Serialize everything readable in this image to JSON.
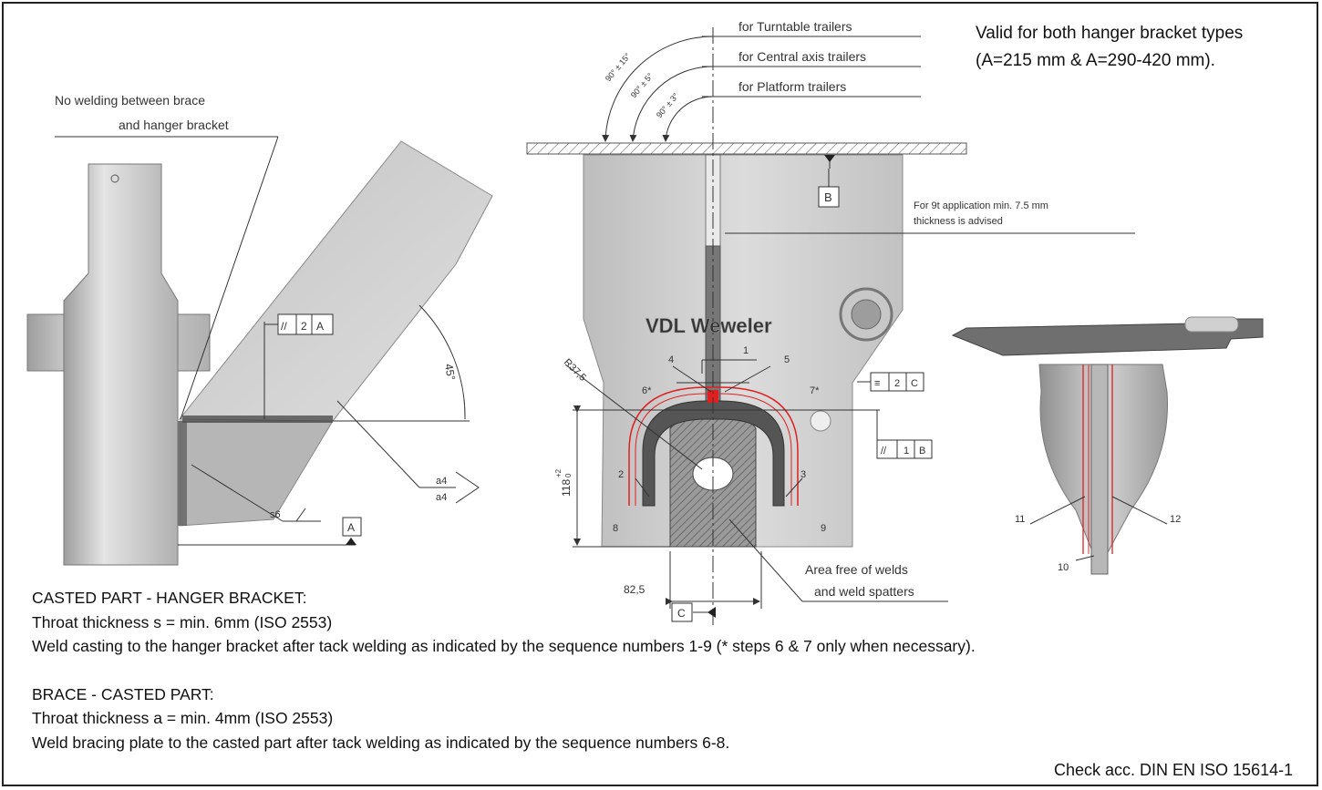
{
  "validity": {
    "line1": "Valid for both hanger bracket  types",
    "line2": "(A=215 mm & A=290-420 mm)."
  },
  "callouts": {
    "no_weld_1": "No welding between brace",
    "no_weld_2": "and hanger bracket",
    "turntable": "for Turntable trailers",
    "central": "for Central axis trailers",
    "platform": "for Platform trailers",
    "angle_turntable": "90° ± 15°",
    "angle_central": "90° ± 5°",
    "angle_platform": "90° ± 3°",
    "advice_1": "For 9t application min. 7.5 mm",
    "advice_2": "thickness is advised",
    "area_free_1": "Area free of welds",
    "area_free_2": "and weld spatters",
    "brand": "VDL Weweler"
  },
  "datums": {
    "a": "A",
    "b": "B",
    "c": "C"
  },
  "tolerance_frames": {
    "parallel_2a_symbol": "//",
    "parallel_2a_value": "2",
    "parallel_2a_datum": "A",
    "symmetry_2c_symbol": "≡",
    "symmetry_2c_value": "2",
    "symmetry_2c_datum": "C",
    "parallel_1b_symbol": "//",
    "parallel_1b_value": "1",
    "parallel_1b_datum": "B"
  },
  "dimensions": {
    "angle_45": "45°",
    "radius": "R37,5",
    "height": "118",
    "height_tol_upper": "+2",
    "height_tol_lower": "0",
    "width": "82,5"
  },
  "weld_symbols": {
    "a4_top": "a4",
    "a4_bottom": "a4",
    "s6": "s6"
  },
  "sequence": {
    "n1": "1",
    "n2": "2",
    "n3": "3",
    "n4": "4",
    "n5": "5",
    "n6": "6*",
    "n7": "7*",
    "n8": "8",
    "n9": "9",
    "n10": "10",
    "n11": "11",
    "n12": "12"
  },
  "notes": {
    "casted_title": "CASTED PART - HANGER BRACKET:",
    "casted_throat": "Throat thickness s = min. 6mm (ISO 2553)",
    "casted_instruction": "Weld casting to the hanger bracket after tack welding as indicated by the sequence numbers 1-9 (* steps 6 & 7 only when necessary).",
    "brace_title": "BRACE - CASTED PART:",
    "brace_throat": "Throat thickness a = min. 4mm (ISO 2553)",
    "brace_instruction": "Weld bracing plate to the casted part after tack welding as indicated by the sequence numbers 6-8."
  },
  "check": "Check acc. DIN EN ISO 15614-1",
  "colors": {
    "metal_light": "#d6d6d6",
    "metal_dark": "#a6a6a6",
    "weld_red": "#e02020",
    "line": "#333333"
  }
}
